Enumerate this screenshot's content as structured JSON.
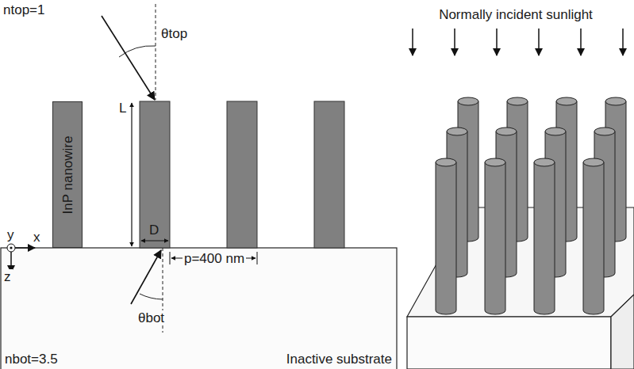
{
  "diagram": {
    "nodes": [
      {
        "text": [
          "InP nanowire"
        ]
      }
    ],
    "labels": [
      "ntop=1",
      "θtop",
      "L",
      "D",
      "p=400 nm",
      "y",
      "x",
      "z",
      "θbot",
      "nbot=3.5",
      "Inactive substrate",
      "Normally incident sunlight"
    ]
  }
}
